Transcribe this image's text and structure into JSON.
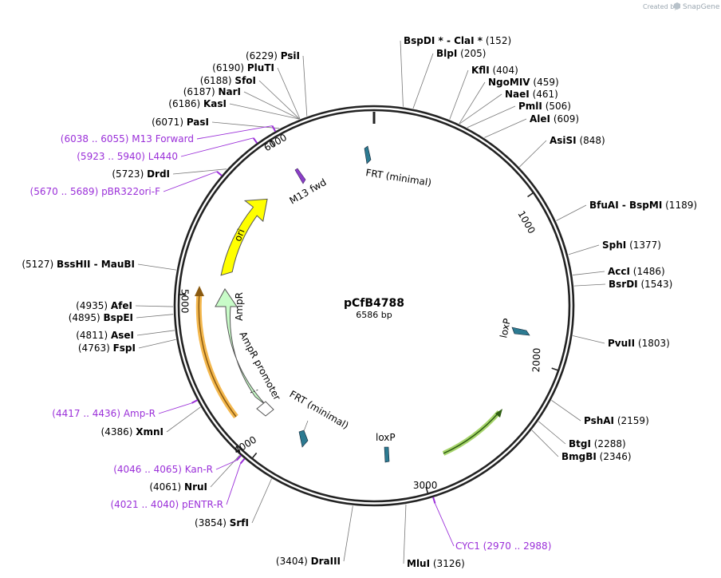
{
  "credit": {
    "prefix": "Created by",
    "brand": "SnapGene"
  },
  "plasmid": {
    "name": "pCfB4788",
    "length_label": "6586 bp",
    "length": 6586
  },
  "ticks": [
    {
      "bp": 1000,
      "label": "1000"
    },
    {
      "bp": 2000,
      "label": "2000"
    },
    {
      "bp": 3000,
      "label": "3000"
    },
    {
      "bp": 4000,
      "label": "4000"
    },
    {
      "bp": 5000,
      "label": "5000"
    },
    {
      "bp": 6000,
      "label": "6000"
    }
  ],
  "sites": [
    {
      "key": "bspdi",
      "name": "BspDI",
      "star": true,
      "name2": "ClaI",
      "star2": true,
      "pos": "(152)",
      "bp": 152
    },
    {
      "key": "blpi",
      "name": "BlpI",
      "pos": "(205)",
      "bp": 205
    },
    {
      "key": "kfli",
      "name": "KflI",
      "pos": "(404)",
      "bp": 404
    },
    {
      "key": "ngomiv",
      "name": "NgoMIV",
      "pos": "(459)",
      "bp": 459
    },
    {
      "key": "naei",
      "name": "NaeI",
      "pos": "(461)",
      "bp": 461
    },
    {
      "key": "pmli",
      "name": "PmlI",
      "pos": "(506)",
      "bp": 506
    },
    {
      "key": "alei",
      "name": "AleI",
      "pos": "(609)",
      "bp": 609
    },
    {
      "key": "asisi",
      "name": "AsiSI",
      "pos": "(848)",
      "bp": 848
    },
    {
      "key": "bfuai",
      "name": "BfuAI",
      "name2": "BspMI",
      "pos": "(1189)",
      "bp": 1189
    },
    {
      "key": "sphi",
      "name": "SphI",
      "pos": "(1377)",
      "bp": 1377
    },
    {
      "key": "acci",
      "name": "AccI",
      "pos": "(1486)",
      "bp": 1486
    },
    {
      "key": "bsrdi",
      "name": "BsrDI",
      "pos": "(1543)",
      "bp": 1543
    },
    {
      "key": "pvuii",
      "name": "PvuII",
      "pos": "(1803)",
      "bp": 1803
    },
    {
      "key": "pshai",
      "name": "PshAI",
      "pos": "(2159)",
      "bp": 2159
    },
    {
      "key": "btgi",
      "name": "BtgI",
      "pos": "(2288)",
      "bp": 2288
    },
    {
      "key": "bmgbi",
      "name": "BmgBI",
      "pos": "(2346)",
      "bp": 2346
    },
    {
      "key": "mlui",
      "name": "MluI",
      "pos": "(3126)",
      "bp": 3126
    },
    {
      "key": "draiii",
      "name": "DraIII",
      "pos": "(3404)",
      "bp": 3404
    },
    {
      "key": "srfi",
      "name": "SrfI",
      "pos": "(3854)",
      "bp": 3854
    },
    {
      "key": "nrui",
      "name": "NruI",
      "pos": "(4061)",
      "bp": 4061
    },
    {
      "key": "xmni",
      "name": "XmnI",
      "pos": "(4386)",
      "bp": 4386
    },
    {
      "key": "fspi",
      "name": "FspI",
      "pos": "(4763)",
      "bp": 4763
    },
    {
      "key": "asei",
      "name": "AseI",
      "pos": "(4811)",
      "bp": 4811
    },
    {
      "key": "bspei",
      "name": "BspEI",
      "pos": "(4895)",
      "bp": 4895
    },
    {
      "key": "afei",
      "name": "AfeI",
      "pos": "(4935)",
      "bp": 4935
    },
    {
      "key": "bsshii",
      "name": "BssHII",
      "name2": "MauBI",
      "pos": "(5127)",
      "bp": 5127
    },
    {
      "key": "drdi",
      "name": "DrdI",
      "pos": "(5723)",
      "bp": 5723
    },
    {
      "key": "pasi",
      "name": "PasI",
      "pos": "(6071)",
      "bp": 6071
    },
    {
      "key": "kasi",
      "name": "KasI",
      "pos": "(6186)",
      "bp": 6186
    },
    {
      "key": "nari",
      "name": "NarI",
      "pos": "(6187)",
      "bp": 6187
    },
    {
      "key": "sfoi",
      "name": "SfoI",
      "pos": "(6188)",
      "bp": 6188
    },
    {
      "key": "pluti",
      "name": "PluTI",
      "pos": "(6190)",
      "bp": 6190
    },
    {
      "key": "psii",
      "name": "PsiI",
      "pos": "(6229)",
      "bp": 6229
    }
  ],
  "primers": [
    {
      "key": "cyc1",
      "name": "CYC1",
      "range": "(2970 .. 2988)",
      "bp": 2979
    },
    {
      "key": "pentr-r",
      "name": "pENTR-R",
      "range": "(4021 .. 4040)",
      "bp": 4030
    },
    {
      "key": "kan-r",
      "name": "Kan-R",
      "range": "(4046 .. 4065)",
      "bp": 4055
    },
    {
      "key": "amp-r",
      "name": "Amp-R",
      "range": "(4417 .. 4436)",
      "bp": 4426
    },
    {
      "key": "pbr322ori-f",
      "name": "pBR322ori-F",
      "range": "(5670 .. 5689)",
      "bp": 5680
    },
    {
      "key": "l4440",
      "name": "L4440",
      "range": "(5923 .. 5940)",
      "bp": 5932
    },
    {
      "key": "m13-forward",
      "name": "M13 Forward",
      "range": "(6038 .. 6055)",
      "bp": 6046
    }
  ],
  "features": [
    {
      "key": "frt-top",
      "label": "FRT (minimal)"
    },
    {
      "key": "m13-fwd",
      "label": "M13 fwd"
    },
    {
      "key": "ori",
      "label": "ori"
    },
    {
      "key": "ampr",
      "label": "AmpR"
    },
    {
      "key": "ampr-promoter",
      "label": "AmpR promoter"
    },
    {
      "key": "frt-bottom",
      "label": "FRT (minimal)"
    },
    {
      "key": "loxp-right",
      "label": "loxP"
    },
    {
      "key": "loxp-bottom",
      "label": "loxP"
    }
  ],
  "colors": {
    "backbone": "#222222",
    "primer": "#9b30d9",
    "ori": "#ffff00",
    "ampr": "#c8fcc8",
    "orange": "#f4b84e",
    "green_arrow": "#7fc241",
    "small_feature": "#2c7a91",
    "m13": "#8b3fc8"
  }
}
